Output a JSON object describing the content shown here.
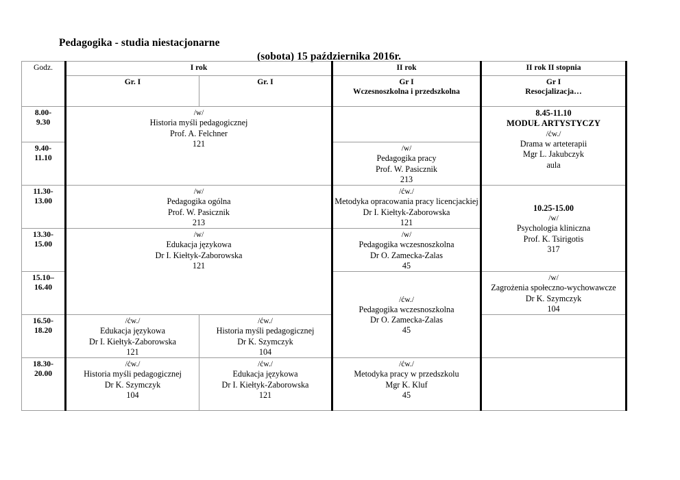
{
  "document": {
    "title_main": "Pedagogika - studia niestacjonarne",
    "title_date": "(sobota) 15 października 2016r."
  },
  "table": {
    "corner_label": "Godz.",
    "year_groups": [
      {
        "label": "I rok",
        "span": 2
      },
      {
        "label": "II rok",
        "span": 1
      },
      {
        "label": "II rok II stopnia",
        "span": 1
      }
    ],
    "group_headers": [
      {
        "line1": "Gr. I",
        "line2": ""
      },
      {
        "line1": "Gr. I",
        "line2": ""
      },
      {
        "line1": "Gr I",
        "line2": "Wczesnoszkolna i przedszkolna"
      },
      {
        "line1": "Gr I",
        "line2": "Resocjalizacja…"
      }
    ],
    "times": [
      "8.00-\n9.30",
      "9.40-\n11.10",
      "11.30-\n13.00",
      "13.30-\n15.00",
      "15.10–\n16.40",
      "16.50-\n18.20",
      "18.30-\n20.00"
    ],
    "time_rows": [
      {
        "from": "8.00-",
        "to": "9.30"
      },
      {
        "from": "9.40-",
        "to": "11.10"
      },
      {
        "from": "11.30-",
        "to": "13.00"
      },
      {
        "from": "13.30-",
        "to": "15.00"
      },
      {
        "from": "15.10–",
        "to": "16.40"
      },
      {
        "from": "16.50-",
        "to": "18.20"
      },
      {
        "from": "18.30-",
        "to": "20.00"
      }
    ]
  },
  "lessons": {
    "r1_irok": {
      "kind": "/w/",
      "name": "Historia myśli pedagogicznej",
      "tutor": "Prof. A. Felchner",
      "room": "121"
    },
    "r1_iistopnia": {
      "range": "8.45-11.10",
      "module": "MODUŁ ARTYSTYCZY",
      "kind": "/ćw./",
      "name": "Drama w arteterapii",
      "tutor": "Mgr L. Jakubczyk",
      "room": "aula"
    },
    "r2_iirok": {
      "kind": "/w/",
      "name": "Pedagogika pracy",
      "tutor": "Prof. W. Pasicznik",
      "room": "213"
    },
    "r3_irok": {
      "kind": "/w/",
      "name": "Pedagogika ogólna",
      "tutor": "Prof. W. Pasicznik",
      "room": "213"
    },
    "r3_iirok": {
      "kind": "/ćw./",
      "name": "Metodyka opracowania pracy licencjackiej",
      "tutor": "Dr I. Kiełtyk-Zaborowska",
      "room": "121"
    },
    "r3_iistopnia": {
      "range": "10.25-15.00",
      "kind": "/w/",
      "name": "Psychologia kliniczna",
      "tutor": "Prof. K. Tsirigotis",
      "room": "317"
    },
    "r4_irok": {
      "kind": "/w/",
      "name": "Edukacja językowa",
      "tutor": "Dr I. Kiełtyk-Zaborowska",
      "room": "121"
    },
    "r4_iirok": {
      "kind": "/w/",
      "name": "Pedagogika wczesnoszkolna",
      "tutor": "Dr O. Zamecka-Zalas",
      "room": "45"
    },
    "r5_iirok": {
      "kind": "/ćw./",
      "name": "Pedagogika wczesnoszkolna",
      "tutor": "Dr O. Zamecka-Zalas",
      "room": "45"
    },
    "r5_iistopnia": {
      "kind": "/w/",
      "name": "Zagrożenia społeczno-wychowawcze",
      "tutor": "Dr K. Szymczyk",
      "room": "104"
    },
    "r6_gr1a": {
      "kind": "/ćw./",
      "name": "Edukacja językowa",
      "tutor": "Dr I. Kiełtyk-Zaborowska",
      "room": "121"
    },
    "r6_gr1b": {
      "kind": "/ćw./",
      "name": "Historia myśli pedagogicznej",
      "tutor": "Dr K. Szymczyk",
      "room": "104"
    },
    "r7_gr1a": {
      "kind": "/ćw./",
      "name": "Historia myśli pedagogicznej",
      "tutor": "Dr K. Szymczyk",
      "room": "104"
    },
    "r7_gr1b": {
      "kind": "/ćw./",
      "name": "Edukacja językowa",
      "tutor": "Dr I. Kiełtyk-Zaborowska",
      "room": "121"
    },
    "r7_iirok": {
      "kind": "/ćw./",
      "name": "Metodyka pracy w przedszkolu",
      "tutor": "Mgr K. Kluf",
      "room": "45"
    }
  }
}
